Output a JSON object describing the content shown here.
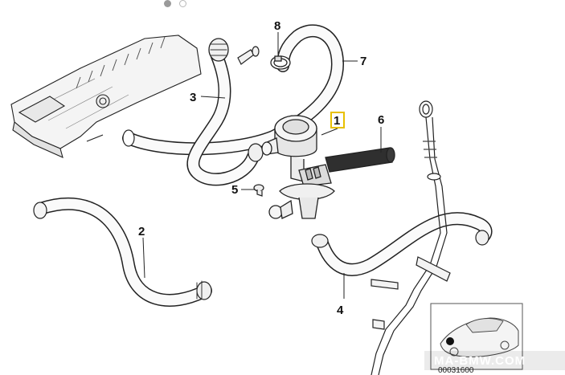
{
  "pager": {
    "count": 2,
    "active_index": 0
  },
  "diagram": {
    "callouts": [
      {
        "id": "1",
        "label": "1",
        "highlighted": true
      },
      {
        "id": "2",
        "label": "2",
        "highlighted": false
      },
      {
        "id": "3",
        "label": "3",
        "highlighted": false
      },
      {
        "id": "4",
        "label": "4",
        "highlighted": false
      },
      {
        "id": "5",
        "label": "5",
        "highlighted": false
      },
      {
        "id": "6",
        "label": "6",
        "highlighted": false
      },
      {
        "id": "7",
        "label": "7",
        "highlighted": false
      },
      {
        "id": "8",
        "label": "8",
        "highlighted": false
      }
    ],
    "highlight_color": "#e8c000",
    "part_number": "00031600",
    "watermark": "MA-BMW.COM"
  }
}
